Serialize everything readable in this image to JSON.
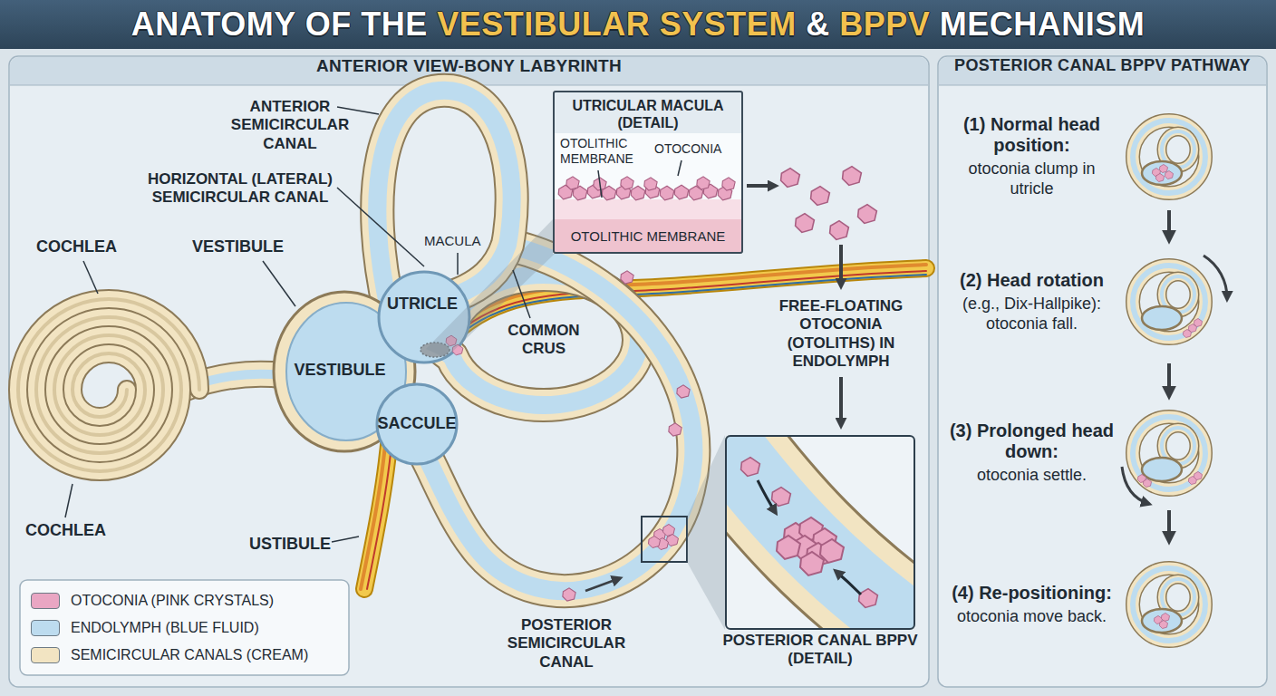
{
  "diagram": {
    "title": "ANATOMY OF THE VESTIBULAR SYSTEM & BPPV MECHANISM",
    "nodes": [
      {
        "text": [
          "ANTERIOR VIEW-BONY LABYRINTH"
        ]
      },
      {
        "text": [
          "UTRICULAR MACULA (DETAIL)"
        ],
        "in": 0
      },
      {
        "text": [
          "POSTERIOR CANAL BPPV (DETAIL)"
        ],
        "in": 0
      },
      {
        "text": [
          "POSTERIOR CANAL BPPV PATHWAY"
        ]
      },
      {
        "text": [
          "(1) Normal head position:",
          "otoconia clump in utricle"
        ],
        "in": 3
      },
      {
        "text": [
          "(2) Head rotation",
          "(e.g., Dix-Hallpike): otoconia fall."
        ],
        "in": 3
      },
      {
        "text": [
          "(3) Prolonged head down:",
          "otoconia settle."
        ],
        "in": 3
      },
      {
        "text": [
          "(4) Re-positioning:",
          "otoconia move back."
        ],
        "in": 3
      }
    ],
    "edges": [
      {
        "from": 4,
        "to": 5,
        "arrow": "to"
      },
      {
        "from": 5,
        "to": 6,
        "arrow": "to"
      },
      {
        "from": 6,
        "to": 7,
        "arrow": "to"
      }
    ],
    "labels": [
      "ANTERIOR SEMICIRCULAR CANAL",
      "HORIZONTAL (LATERAL) SEMICIRCULAR CANAL",
      "COCHLEA",
      "VESTIBULE",
      "MACULA",
      "VESTIBULE",
      "UTRICLE",
      "SACCULE",
      "COMMON CRUS",
      "COCHLEA",
      "USTIBULE",
      "POSTERIOR SEMICIRCULAR CANAL",
      "OTOLITHIC MEMBRANE",
      "OTOCONIA",
      "OTOLITHIC MEMBRANE",
      "FREE-FLOATING OTOCONIA (OTOLITHS) IN ENDOLYMPH"
    ],
    "legend": [
      {
        "text": "OTOCONIA (PINK CRYSTALS)",
        "color": "#e9a6c3"
      },
      {
        "text": "ENDOLYMPH (BLUE FLUID)",
        "color": "#bddcef"
      },
      {
        "text": "SEMICIRCULAR CANALS (CREAM)",
        "color": "#f2e4c2"
      }
    ]
  }
}
